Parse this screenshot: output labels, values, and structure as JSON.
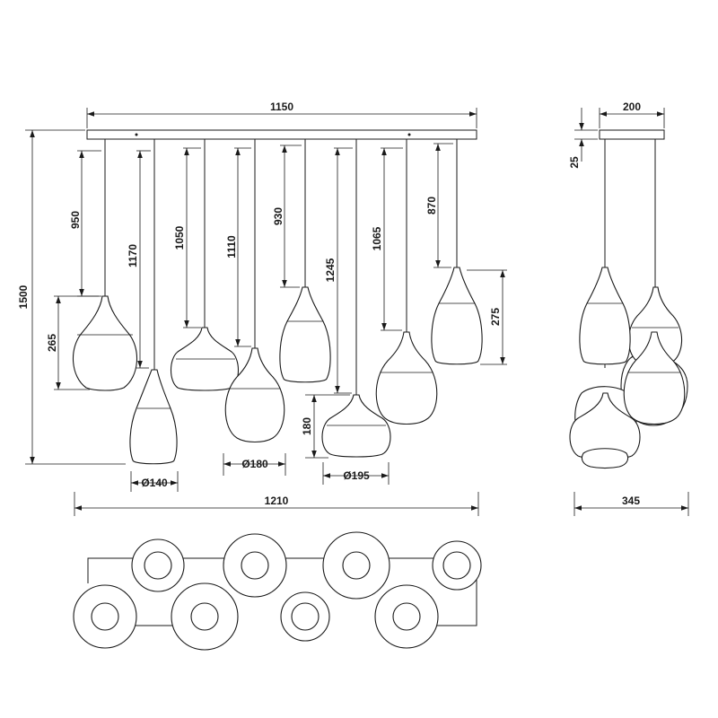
{
  "front_view": {
    "canopy_width": "1150",
    "overall_height": "1500",
    "total_width": "1210",
    "cords": [
      "950",
      "1170",
      "1050",
      "1110",
      "930",
      "1245",
      "1065",
      "870"
    ],
    "shade_heights": [
      "265",
      "180",
      "275"
    ],
    "diameters": [
      "Ø140",
      "Ø180",
      "Ø195"
    ]
  },
  "side_view": {
    "canopy_depth": "200",
    "canopy_height": "25",
    "total_depth": "345"
  }
}
